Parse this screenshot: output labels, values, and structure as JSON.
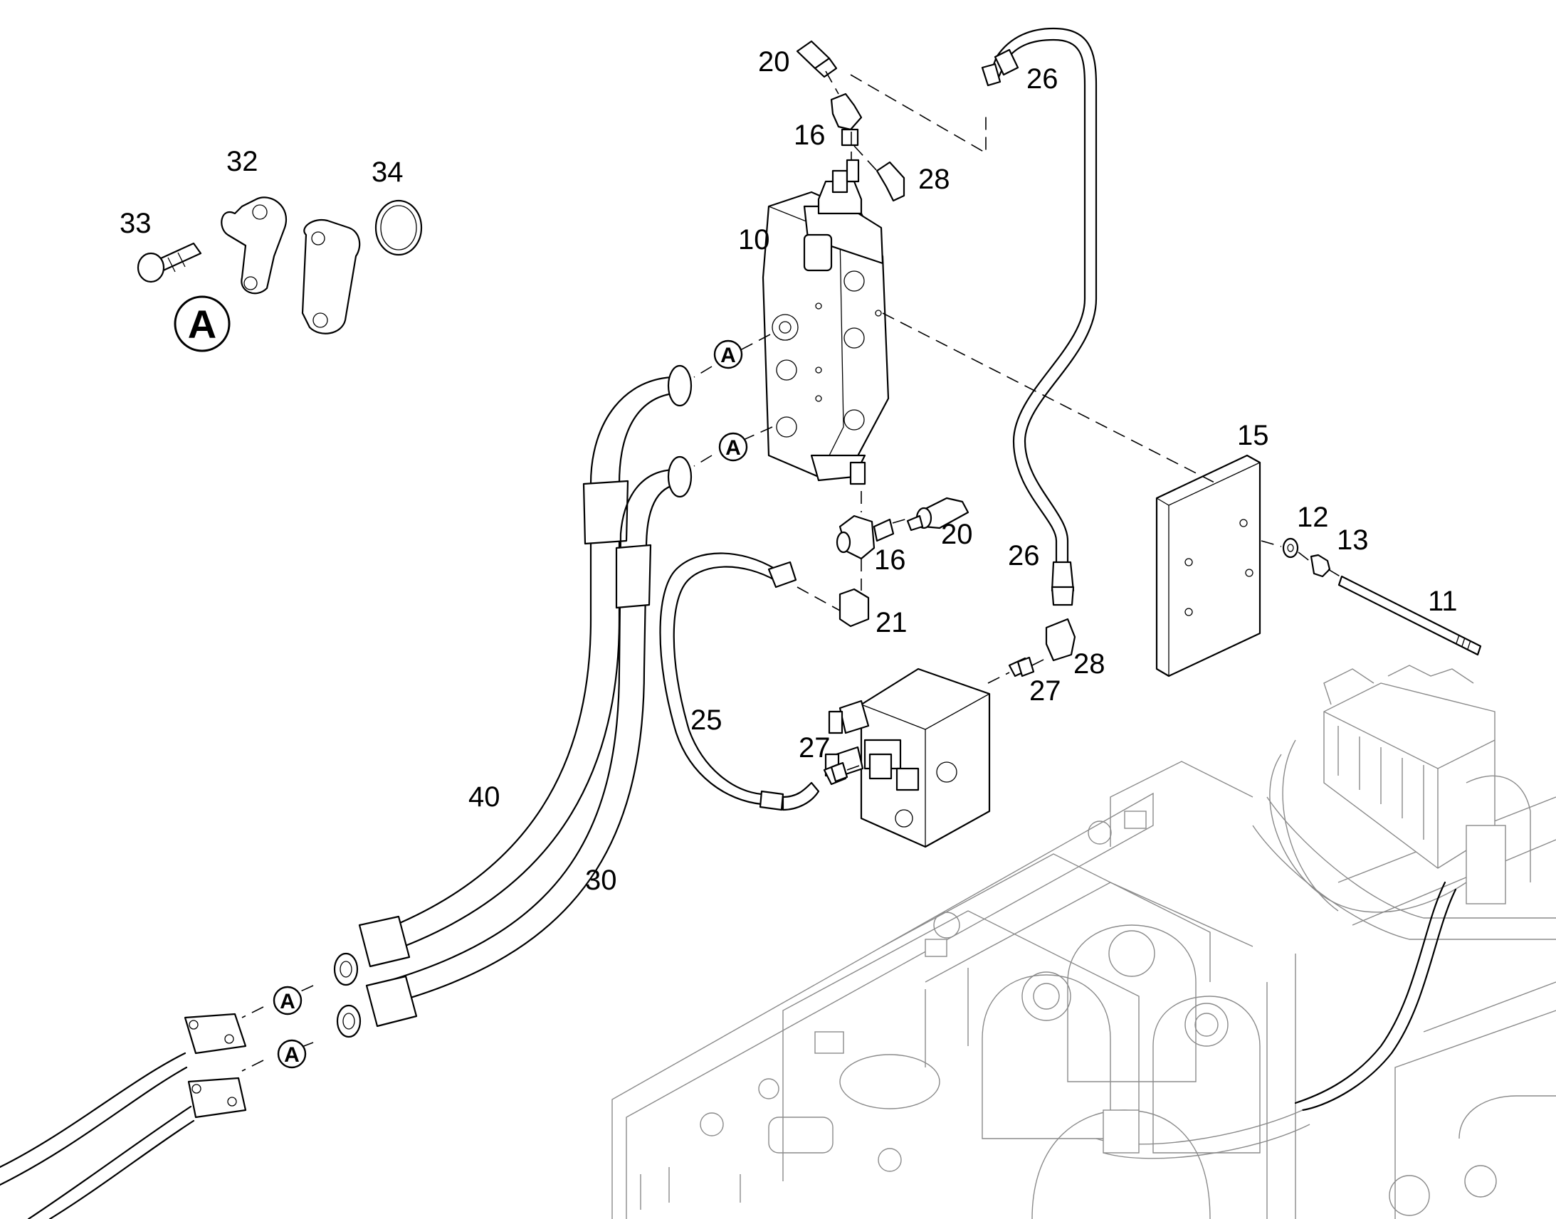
{
  "callouts": {
    "c10": "10",
    "c11": "11",
    "c12": "12",
    "c13": "13",
    "c15": "15",
    "c16a": "16",
    "c16b": "16",
    "c20a": "20",
    "c20b": "20",
    "c21": "21",
    "c25": "25",
    "c26a": "26",
    "c26b": "26",
    "c27a": "27",
    "c27b": "27",
    "c28a": "28",
    "c28b": "28",
    "c30": "30",
    "c32": "32",
    "c33": "33",
    "c34": "34",
    "c40": "40"
  },
  "detail_ref": {
    "large": "A",
    "r1": "A",
    "r2": "A",
    "r3": "A",
    "r4": "A"
  }
}
